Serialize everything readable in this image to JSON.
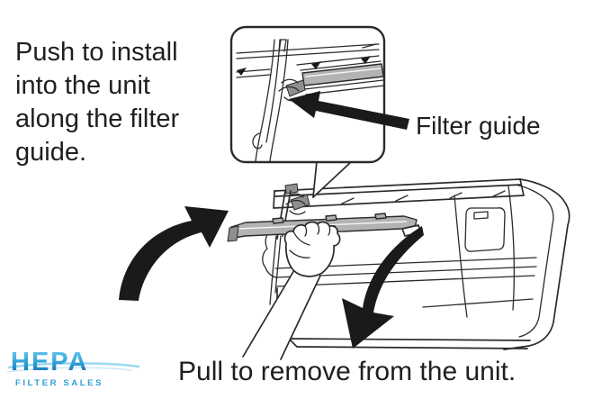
{
  "instructions": {
    "push_lines": [
      "Push to install",
      "into the unit",
      "along the filter",
      "guide."
    ],
    "filter_guide_label": "Filter guide",
    "pull_label": "Pull to remove from the unit."
  },
  "logo": {
    "brand": "HEPA",
    "tagline": "FILTER SALES"
  },
  "icons": {
    "push_arrow": "curved-arrow-up-right",
    "pull_arrow": "curved-arrow-down-left",
    "filter_guide_arrow": "solid-arrow-pointing-left",
    "callout": "rounded-callout-inset-box",
    "logo_swoosh": "horizontal-swoosh-lines"
  },
  "colors": {
    "ink": "#2b2b2b",
    "arrow": "#1a1a1a",
    "filter_gray": "#b3b3b3",
    "background": "#ffffff",
    "logo_blue_top": "#6fcdf1",
    "logo_blue_bottom": "#155e9e",
    "logo_tagline": "#2e9fd6"
  }
}
